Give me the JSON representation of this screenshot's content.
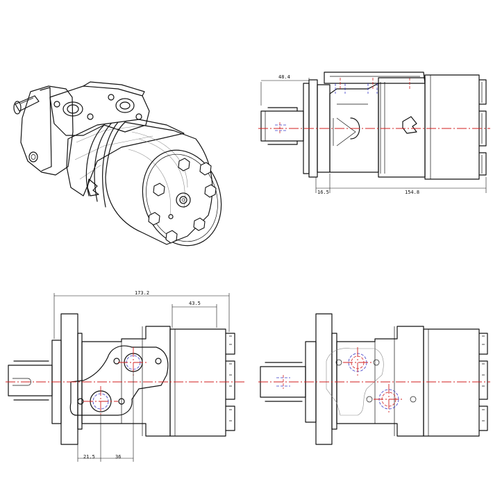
{
  "drawing": {
    "title": "",
    "dimensions": {
      "side_view": {
        "pilot_width": "48.4",
        "flange_thickness": "16.5",
        "body_length": "154.8"
      },
      "top_view": {
        "overall_length": "173.2",
        "rear_section": "43.5",
        "port_offset_a": "21.5",
        "port_offset_b": "36"
      }
    },
    "colors": {
      "outline": "#111111",
      "centerline": "#d21e1e",
      "hidden_line": "#3838c8"
    }
  }
}
